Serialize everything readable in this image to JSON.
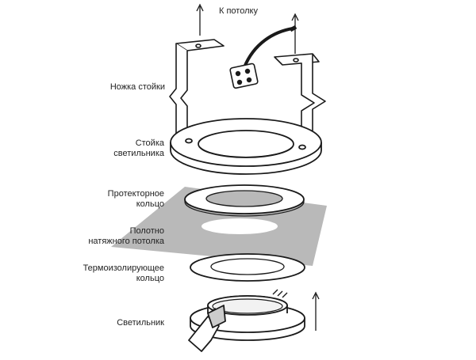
{
  "top_label": "К потолку",
  "labels": {
    "leg": "Ножка стойки",
    "stand_line1": "Стойка",
    "stand_line2": "светильника",
    "protector_line1": "Протекторное",
    "protector_line2": "кольцо",
    "canvas_line1": "Полотно",
    "canvas_line2": "натяжного потолка",
    "thermo_line1": "Термоизолирующее",
    "thermo_line2": "кольцо",
    "lamp": "Светильник"
  },
  "colors": {
    "line": "#1a1a1a",
    "canvas_fill": "#b9b9b9",
    "ring_fill": "#ffffff",
    "ring_inner": "#e6e6e6"
  }
}
